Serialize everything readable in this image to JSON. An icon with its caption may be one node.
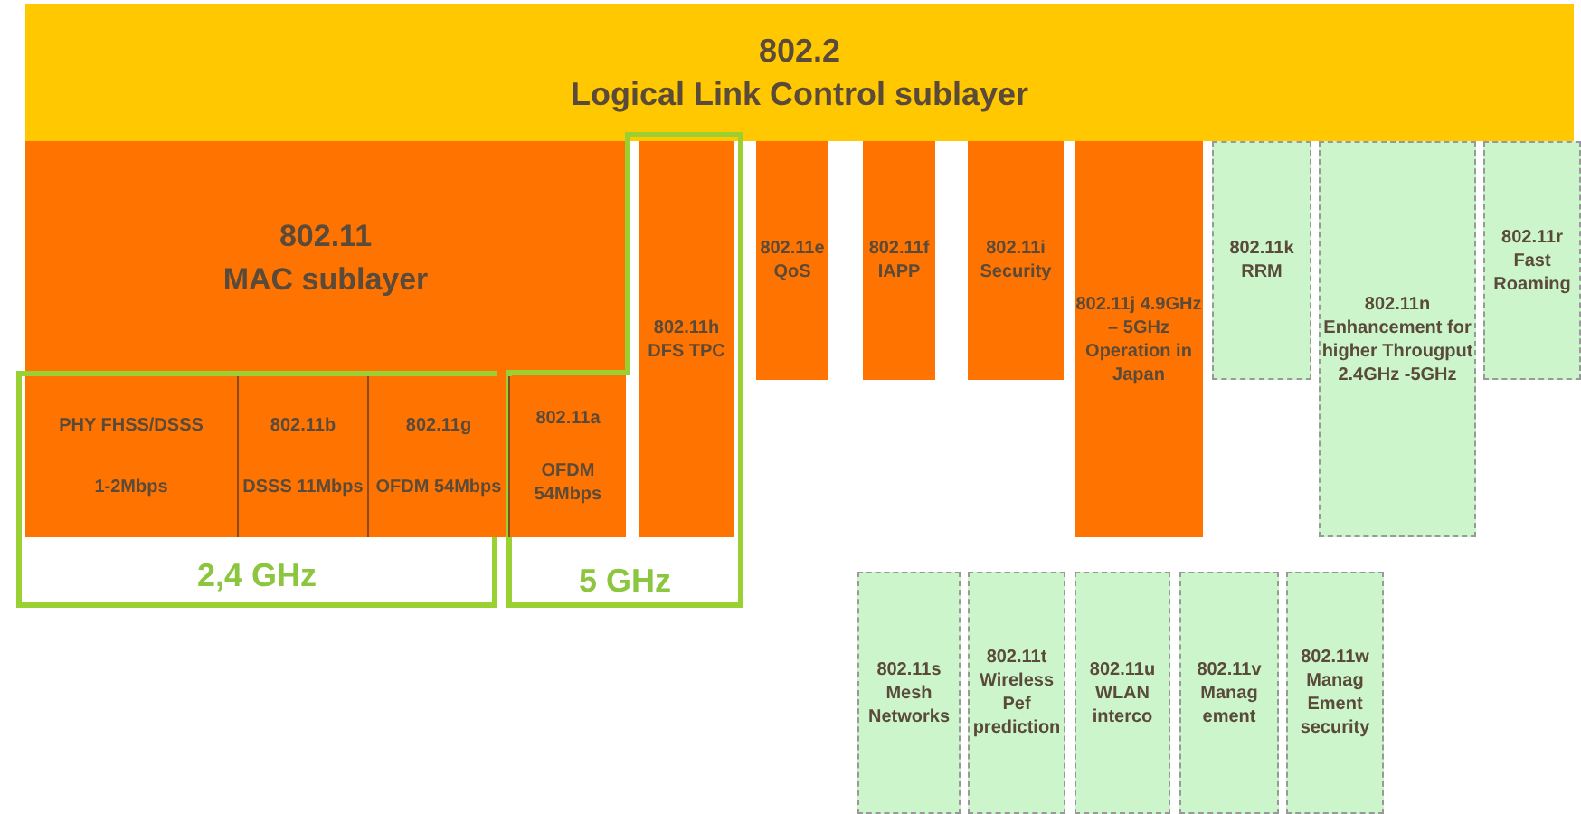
{
  "diagram": {
    "nodes": [
      {
        "text": [
          "802.2",
          "Logical Link Control sublayer"
        ]
      },
      {
        "text": [
          "802.11",
          "MAC sublayer"
        ]
      },
      {
        "text": [
          "2,4 GHz"
        ]
      },
      {
        "text": [
          "PHY FHSS/DSSS",
          "1-2Mbps"
        ],
        "in": 2
      },
      {
        "text": [
          "802.11b",
          "DSSS 11Mbps"
        ],
        "in": 2
      },
      {
        "text": [
          "802.11g",
          "OFDM 54Mbps"
        ],
        "in": 2
      },
      {
        "text": [
          "5 GHz"
        ]
      },
      {
        "text": [
          "802.11a",
          "OFDM 54Mbps"
        ],
        "in": 6
      },
      {
        "text": [
          "802.11h DFS TPC"
        ],
        "in": 6
      },
      {
        "text": [
          "802.11e QoS"
        ]
      },
      {
        "text": [
          "802.11f IAPP"
        ]
      },
      {
        "text": [
          "802.11i Security"
        ]
      },
      {
        "text": [
          "802.11j 4.9GHz – 5GHz Operation in Japan"
        ]
      },
      {
        "text": [
          "802.11k RRM"
        ]
      },
      {
        "text": [
          "802.11n Enhancement for higher Througput 2.4GHz -5GHz"
        ]
      },
      {
        "text": [
          "802.11r Fast Roaming"
        ]
      },
      {
        "text": [
          "802.11s Mesh Networks"
        ]
      },
      {
        "text": [
          "802.11t Wireless Pef prediction"
        ]
      },
      {
        "text": [
          "802.11u WLAN interco"
        ]
      },
      {
        "text": [
          "802.11v Manag ement"
        ]
      },
      {
        "text": [
          "802.11w Manag Ement security"
        ]
      }
    ]
  }
}
